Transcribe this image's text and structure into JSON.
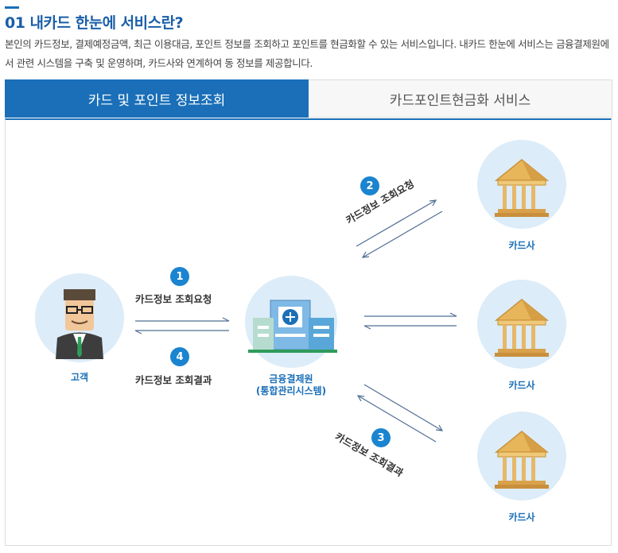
{
  "heading": {
    "title": "01 내카드 한눈에 서비스란?",
    "description": "본인의 카드정보, 결제예정금액, 최근 이용대금, 포인트 정보를 조회하고 포인트를 현금화할 수 있는 서비스입니다. 내카드 한눈에 서비스는 금융결제원에서 관련 시스템을 구축 및 운영하며, 카드사와 연계하여 동 정보를 제공합니다."
  },
  "tabs": [
    {
      "label": "카드 및 포인트 정보조회",
      "active": true
    },
    {
      "label": "카드포인트현금화 서비스",
      "active": false
    }
  ],
  "diagram": {
    "customer_label": "고객",
    "hub_label_line1": "금융결제원",
    "hub_label_line2": "(통합관리시스템)",
    "card_company_labels": [
      "카드사",
      "카드사",
      "카드사"
    ],
    "steps": [
      {
        "number": "1",
        "label": "카드정보 조회요청"
      },
      {
        "number": "2",
        "label": "카드정보 조회요청"
      },
      {
        "number": "3",
        "label": "카드정보 조회결과"
      },
      {
        "number": "4",
        "label": "카드정보 조회결과"
      }
    ]
  },
  "colors": {
    "accent": "#1a6fb8",
    "badge": "#1b84d0",
    "circle_bg": "#dcecf8",
    "arrow": "#4f6f95",
    "gold": "#e8b65a"
  }
}
